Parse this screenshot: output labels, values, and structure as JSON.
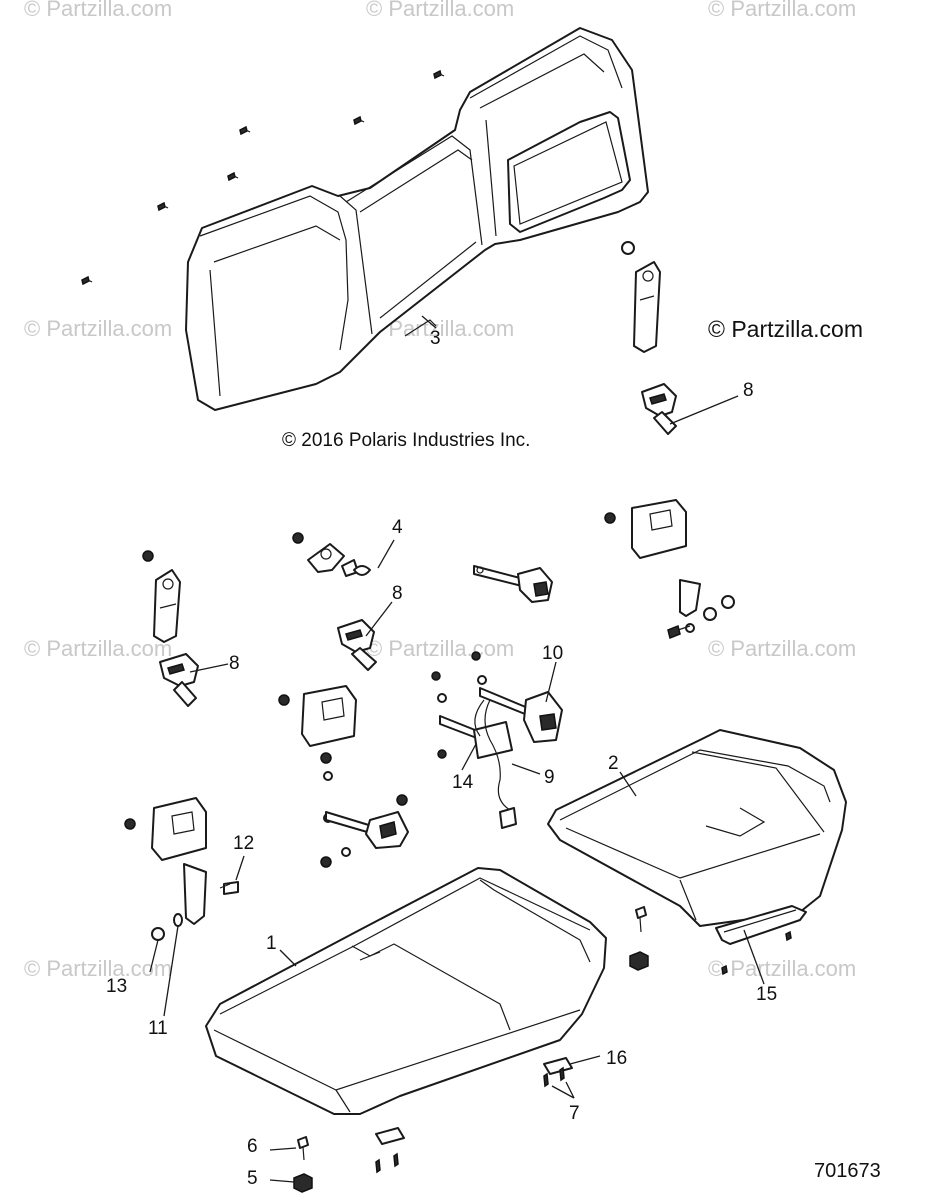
{
  "watermark_text": "© Partzilla.com",
  "brand_text": "© Partzilla.com",
  "copyright_text": "© 2016 Polaris Industries Inc.",
  "diagram_id": "701673",
  "callouts": {
    "c1": "1",
    "c2": "2",
    "c3": "3",
    "c4": "4",
    "c5": "5",
    "c6": "6",
    "c7": "7",
    "c8a": "8",
    "c8b": "8",
    "c8c": "8",
    "c9": "9",
    "c10": "10",
    "c11": "11",
    "c12": "12",
    "c13": "13",
    "c14": "14",
    "c15": "15",
    "c16": "16"
  }
}
